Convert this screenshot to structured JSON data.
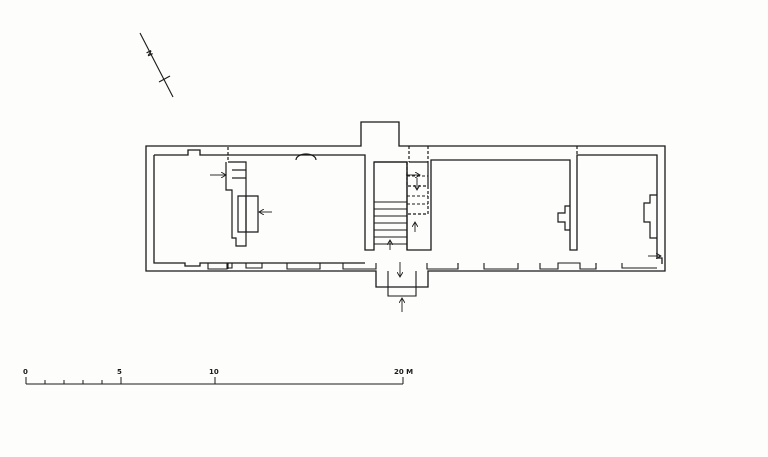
{
  "north_arrow": {
    "label": "N"
  },
  "scale_bar": {
    "labels": [
      "0",
      "5",
      "10",
      "20 M"
    ]
  },
  "colors": {
    "ink": "#1a1a1a",
    "paper": "#fdfdfc"
  }
}
